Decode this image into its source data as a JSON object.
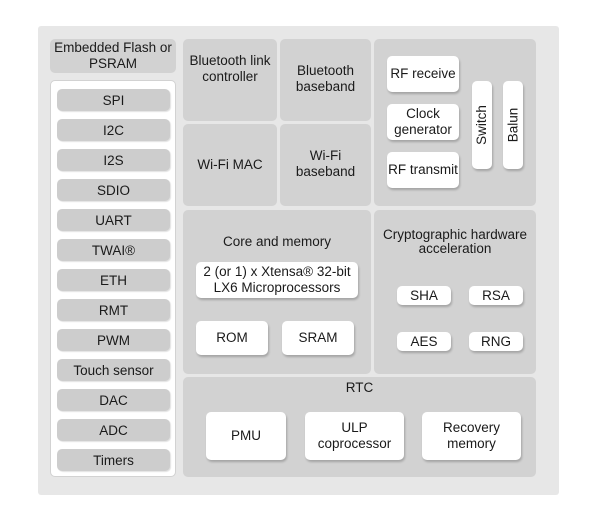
{
  "memory": {
    "title": "Embedded Flash or PSRAM"
  },
  "peripherals": [
    "SPI",
    "I2C",
    "I2S",
    "SDIO",
    "UART",
    "TWAI®",
    "ETH",
    "RMT",
    "PWM",
    "Touch sensor",
    "DAC",
    "ADC",
    "Timers"
  ],
  "bluetooth": {
    "link_controller": "Bluetooth link controller",
    "baseband": "Bluetooth baseband"
  },
  "wifi": {
    "mac": "Wi-Fi MAC",
    "baseband": "Wi-Fi baseband"
  },
  "rf": {
    "receive": "RF receive",
    "clock": "Clock generator",
    "transmit": "RF transmit",
    "switch": "Switch",
    "balun": "Balun"
  },
  "core": {
    "title": "Core and memory",
    "cpu": "2 (or 1) x Xtensa® 32-bit LX6 Microprocessors",
    "rom": "ROM",
    "sram": "SRAM"
  },
  "crypto": {
    "title": "Cryptographic hardware acceleration",
    "sha": "SHA",
    "rsa": "RSA",
    "aes": "AES",
    "rng": "RNG"
  },
  "rtc": {
    "title": "RTC",
    "pmu": "PMU",
    "ulp": "ULP coprocessor",
    "recovery": "Recovery memory"
  }
}
